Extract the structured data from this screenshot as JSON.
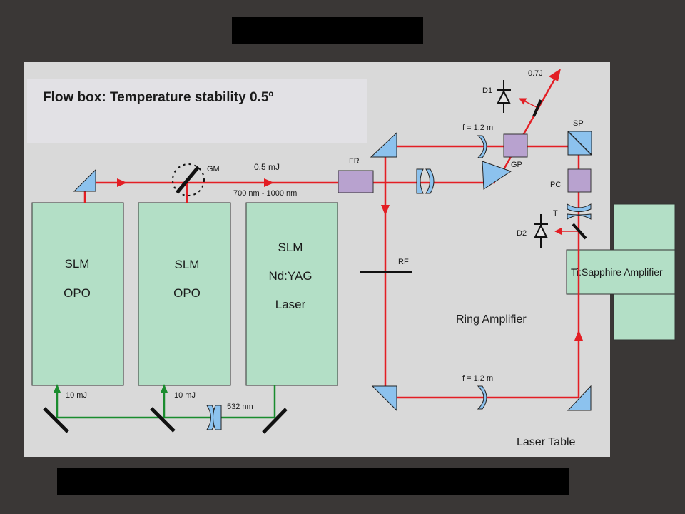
{
  "colors": {
    "slide_background": "#3a3736",
    "title_bar": "#000000",
    "table": "#d9d9d9",
    "flow_box": "#e2e1e5",
    "module_fill": "#b3dfc6",
    "laser_red": "#e31e24",
    "pump_green": "#1a8c2e",
    "optic_blue": "#8cc2ee",
    "optic_purple": "#b8a2cf"
  },
  "flow_box": {
    "label": "Flow box: Temperature stability 0.5º"
  },
  "modules": {
    "opo1_line1": "SLM",
    "opo1_line2": "OPO",
    "opo2_line1": "SLM",
    "opo2_line2": "OPO",
    "yag_line1": "SLM",
    "yag_line2": "Nd:YAG",
    "yag_line3": "Laser",
    "amplifier": "Ti:Sapphire Amplifier"
  },
  "labels": {
    "gm": "GM",
    "energy_05": "0.5  mJ",
    "wavelength_range": "700 nm - 1000 nm",
    "fr": "FR",
    "focal_top": "f = 1.2 m",
    "focal_bottom": "f = 1.2 m",
    "gp": "GP",
    "d1": "D1",
    "output_energy": "0.7J",
    "sp": "SP",
    "pc": "PC",
    "t": "T",
    "d2": "D2",
    "rf": "RF",
    "ring_amplifier": "Ring  Amplifier",
    "pump_10mj_a": "10 mJ",
    "pump_10mj_b": "10 mJ",
    "pump_532": "532 nm",
    "laser_table": "Laser Table"
  }
}
